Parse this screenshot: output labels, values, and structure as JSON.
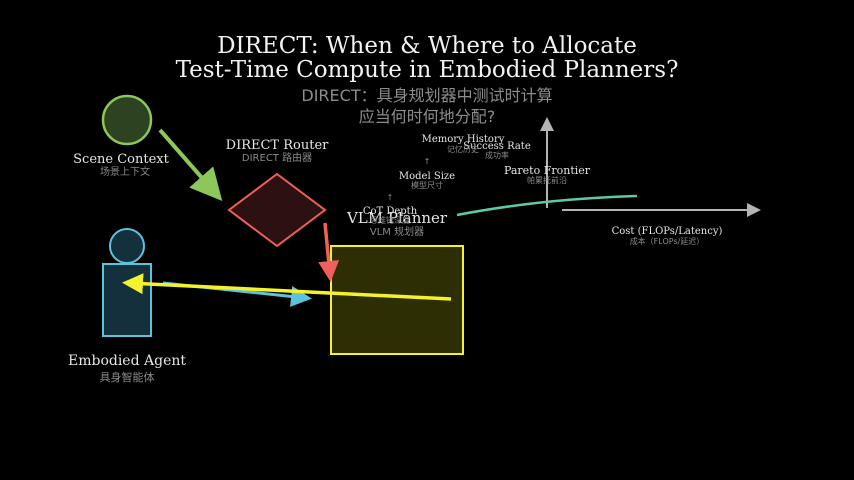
{
  "title": {
    "line1": "DIRECT: When & Where to Allocate",
    "line2": "Test-Time Compute in Embodied Planners?"
  },
  "subtitle": {
    "line1": "DIRECT：具身规划器中测试时计算",
    "line2": "应当何时何地分配?"
  },
  "nodes": {
    "scene_context": {
      "label": "Scene Context",
      "sublabel": "场景上下文",
      "color": "#8cc75a"
    },
    "direct_router": {
      "label": "DIRECT Router",
      "sublabel": "DIRECT 路由器",
      "color": "#f0605a"
    },
    "vlm_planner": {
      "label": "VLM Planner",
      "sublabel": "VLM 规划器",
      "color": "#f4f22a"
    },
    "embodied_agent": {
      "label": "Embodied Agent",
      "sublabel": "具身智能体",
      "color": "#5bc4dc"
    }
  },
  "axes": {
    "y_label": "Success Rate",
    "y_sublabel": "成功率",
    "x_label": "Cost (FLOPs/Latency)",
    "x_sublabel": "成本（FLOPs/延迟）"
  },
  "pareto": {
    "label": "Pareto Frontier",
    "sublabel": "帕累托前沿",
    "color": "#5cc9a7"
  },
  "knobs": [
    {
      "label": "Memory History",
      "sublabel": "记忆历史"
    },
    {
      "label": "Model Size",
      "sublabel": "模型尺寸"
    },
    {
      "label": "CoT Depth",
      "sublabel": "思维链深度"
    }
  ],
  "knob_arrow_glyph": "↑"
}
